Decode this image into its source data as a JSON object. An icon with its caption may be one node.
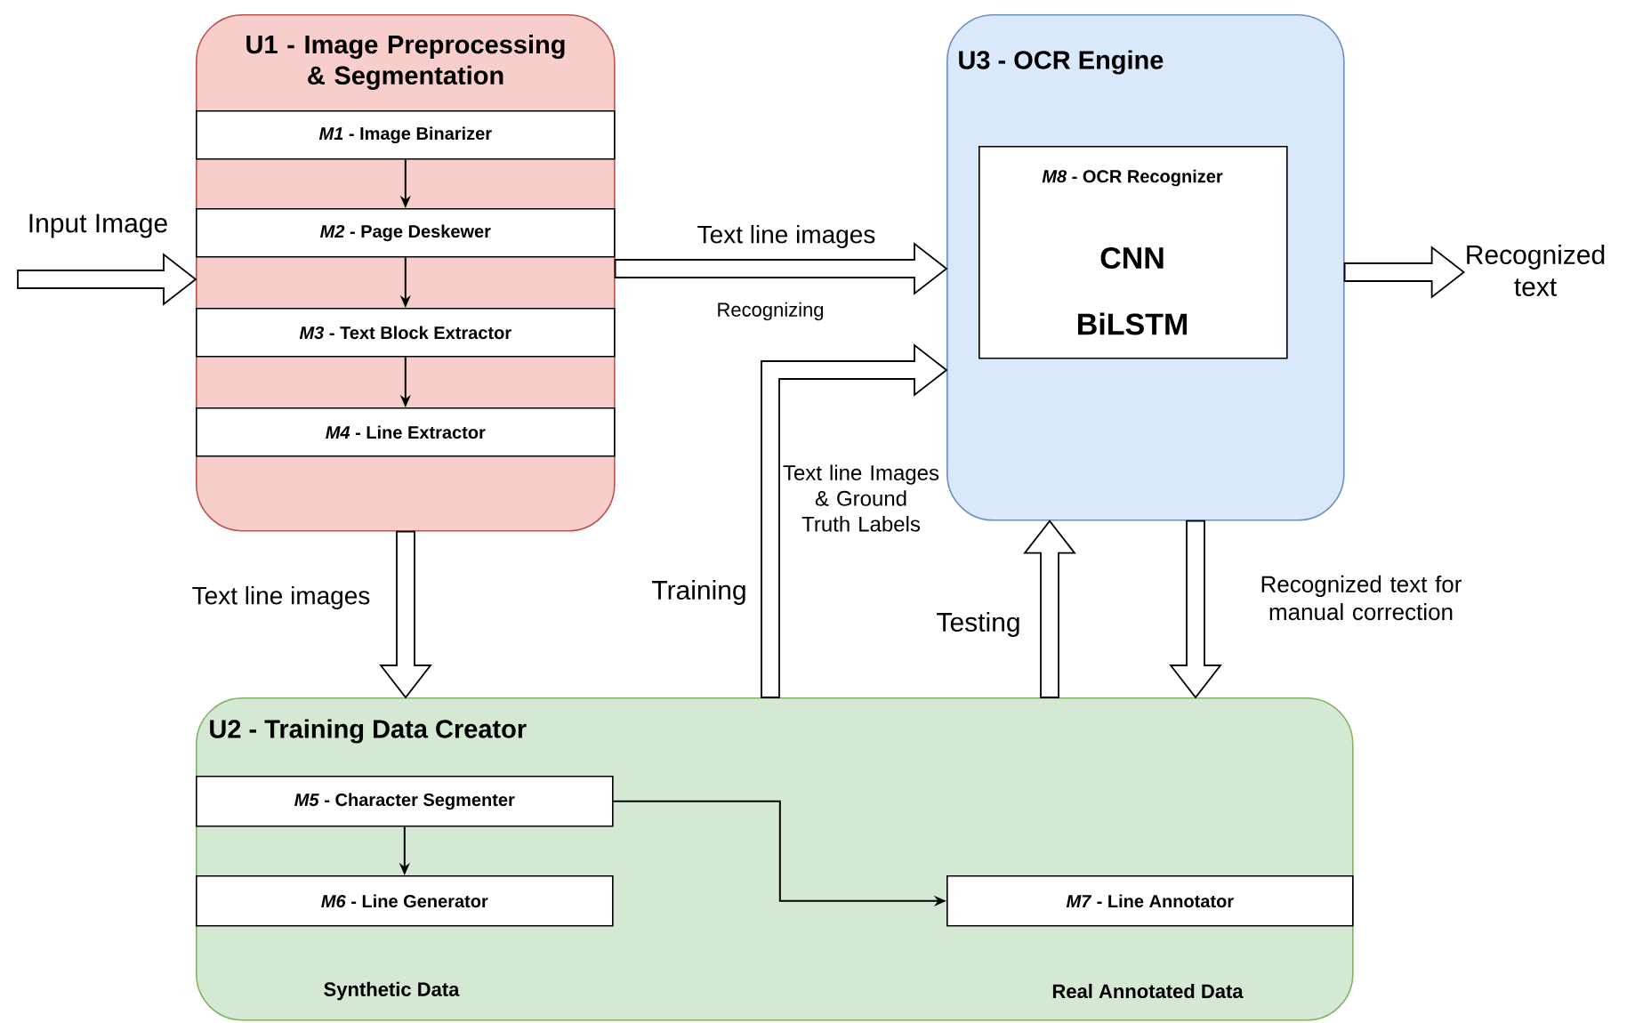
{
  "diagram": {
    "nodes": [
      {
        "text": [
          "U1 - Image Preprocessing & Segmentation"
        ]
      },
      {
        "text": [
          "*M1* - Image Binarizer"
        ],
        "in": 0
      },
      {
        "text": [
          "*M2* - Page Deskewer"
        ],
        "in": 0
      },
      {
        "text": [
          "*M3* - Text Block Extractor"
        ],
        "in": 0
      },
      {
        "text": [
          "*M4* - Line Extractor"
        ],
        "in": 0
      },
      {
        "text": [
          "U3 - OCR Engine"
        ]
      },
      {
        "text": [
          "*M8* - OCR Recognizer",
          "CNN",
          "BiLSTM"
        ],
        "in": 5
      },
      {
        "text": [
          "U2 - Training Data Creator",
          "Synthetic Data",
          "Real Annotated Data"
        ]
      },
      {
        "text": [
          "*M5* - Character Segmenter"
        ],
        "in": 7
      },
      {
        "text": [
          "*M6* - Line Generator"
        ],
        "in": 7
      },
      {
        "text": [
          "*M7* - Line Annotator"
        ],
        "in": 7
      },
      {
        "text": [
          "Recognized text"
        ]
      }
    ],
    "edges": [
      {
        "from": null,
        "to": 0,
        "arrow": "to",
        "label": "Input Image",
        "style": "thick"
      },
      {
        "from": 1,
        "to": 2,
        "arrow": "to"
      },
      {
        "from": 2,
        "to": 3,
        "arrow": "to"
      },
      {
        "from": 3,
        "to": 4,
        "arrow": "to"
      },
      {
        "from": 0,
        "to": 5,
        "arrow": "to",
        "label": "Text line images",
        "style": "thick"
      },
      {
        "from": 5,
        "to": 11,
        "arrow": "to",
        "style": "thick"
      },
      {
        "from": 0,
        "to": 7,
        "arrow": "to",
        "label": "Text line images",
        "style": "thick"
      },
      {
        "from": 7,
        "to": 5,
        "arrow": "to",
        "label": "Training",
        "style": "thick"
      },
      {
        "from": 7,
        "to": 5,
        "arrow": "to",
        "label": "Testing",
        "style": "thick"
      },
      {
        "from": 5,
        "to": 7,
        "arrow": "to",
        "label": "Recognized text for manual correction",
        "style": "thick"
      },
      {
        "from": 8,
        "to": 9,
        "arrow": "to"
      },
      {
        "from": 8,
        "to": 10,
        "arrow": "to"
      }
    ],
    "labels": [
      "Recognizing",
      "Text line Images & Ground Truth Labels"
    ]
  }
}
